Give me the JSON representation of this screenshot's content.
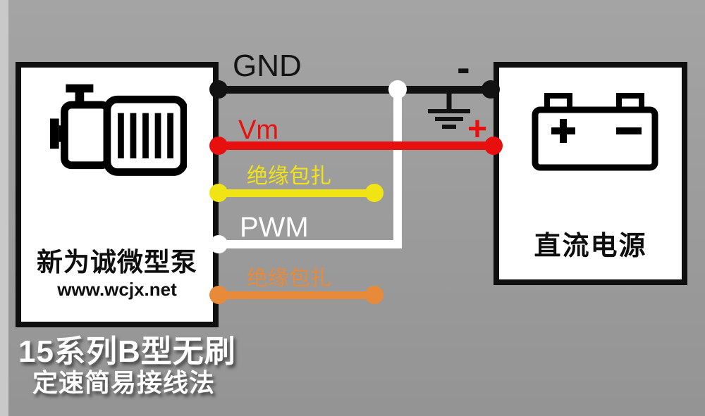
{
  "pump_box": {
    "name": "新为诚微型泵",
    "website": "www.wcjx.net",
    "icon": "pump-motor-icon"
  },
  "power_box": {
    "name": "直流电源",
    "icon": "battery-icon"
  },
  "wires": [
    {
      "id": "gnd",
      "label": "GND",
      "color": "#121212"
    },
    {
      "id": "vm",
      "label": "Vm",
      "color": "#e8100e"
    },
    {
      "id": "insulation-top",
      "label": "绝缘包扎",
      "color": "#f0e414"
    },
    {
      "id": "pwm",
      "label": "PWM",
      "color": "#ffffff"
    },
    {
      "id": "insulation-bottom",
      "label": "绝缘包扎",
      "color": "#e78a3a"
    }
  ],
  "polarity": {
    "negative": "-",
    "positive": "+"
  },
  "symbols": {
    "ground": "earth-ground-symbol"
  },
  "title": {
    "line1": "15系列B型无刷",
    "line2": "定速简易接线法"
  },
  "colors": {
    "background": "#9b9b9b",
    "box_fill": "#ffffff",
    "box_border": "#0f0f0f",
    "caption_text": "#ffffff"
  }
}
